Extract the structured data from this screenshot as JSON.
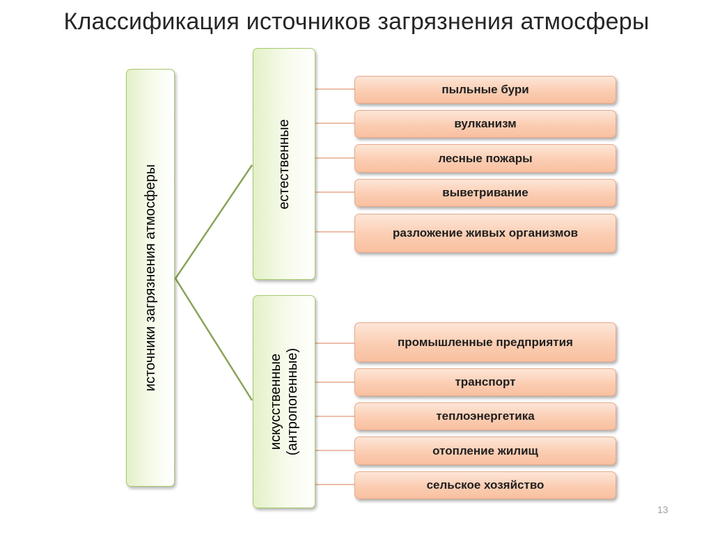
{
  "title": "Классификация источников загрязнения атмосферы",
  "root": {
    "label": "источники загрязнения атмосферы"
  },
  "natural": {
    "label": "естественные",
    "items": [
      "пыльные бури",
      "вулканизм",
      "лесные пожары",
      "выветривание",
      "разложение живых организмов"
    ]
  },
  "artificial": {
    "label_line1": "искусственные",
    "label_line2": "(антропогенные)",
    "items": [
      "промышленные предприятия",
      "транспорт",
      "теплоэнергетика",
      "отопление жилищ",
      "сельское хозяйство"
    ]
  },
  "page_number": "13",
  "colors": {
    "green_border": "#a6c96a",
    "green_line": "#8aa35a",
    "orange_line": "#e7a98a",
    "pill_fill": "#fbcdb2"
  }
}
